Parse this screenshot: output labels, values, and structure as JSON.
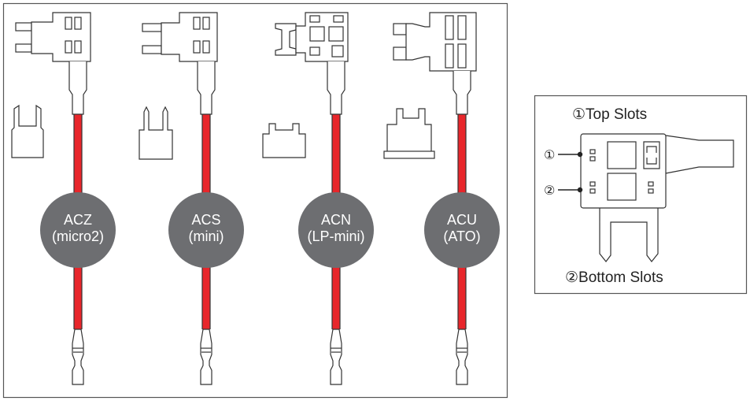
{
  "colors": {
    "wire_red": "#e8262b",
    "badge_gray": "#6d6e71",
    "outline": "#333333",
    "frame": "#555555",
    "badge_text": "#ffffff"
  },
  "adapters": [
    {
      "code": "ACZ",
      "fuse": "(micro2)"
    },
    {
      "code": "ACS",
      "fuse": "(mini)"
    },
    {
      "code": "ACN",
      "fuse": "(LP-mini)"
    },
    {
      "code": "ACU",
      "fuse": "(ATO)"
    }
  ],
  "inset": {
    "top_label": "①Top Slots",
    "bottom_label": "②Bottom Slots",
    "marker_1": "①",
    "marker_2": "②"
  }
}
